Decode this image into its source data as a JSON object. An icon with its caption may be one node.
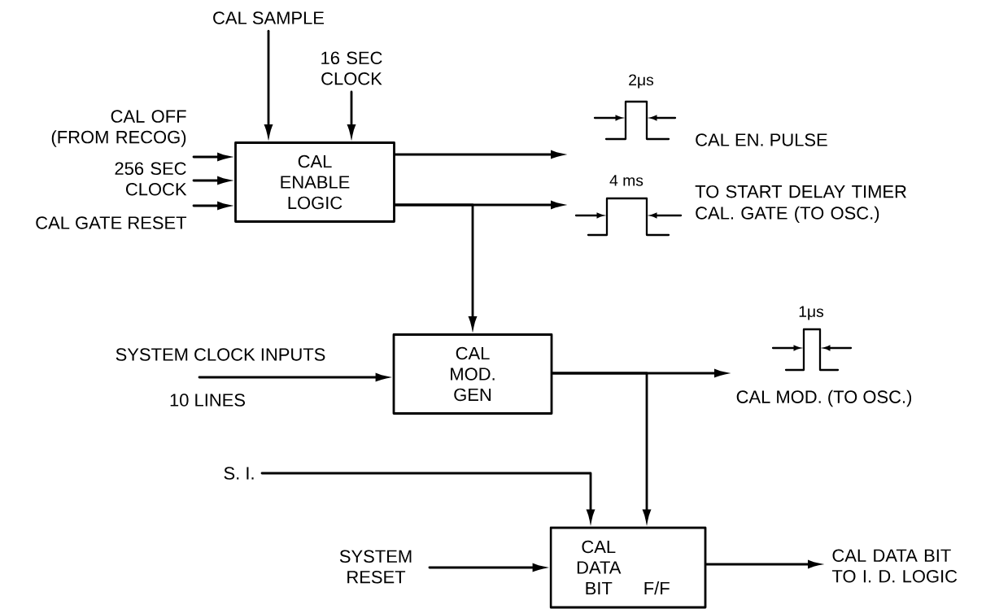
{
  "diagram": {
    "nodes": [
      {
        "text": [
          "CAL ENABLE LOGIC"
        ]
      },
      {
        "text": [
          "CAL MOD. GEN"
        ]
      },
      {
        "text": [
          "CAL DATA BIT",
          "F/F"
        ]
      },
      {
        "text": [
          "CAL SAMPLE"
        ]
      },
      {
        "text": [
          "16 SEC CLOCK"
        ]
      },
      {
        "text": [
          "CAL OFF (FROM RECOG)"
        ]
      },
      {
        "text": [
          "256 SEC CLOCK"
        ]
      },
      {
        "text": [
          "CAL GATE RESET"
        ]
      },
      {
        "text": [
          "S. I."
        ]
      },
      {
        "text": [
          "SYSTEM RESET"
        ]
      },
      {
        "text": [
          "CAL DATA BIT TO I. D. LOGIC"
        ]
      }
    ],
    "edges": [
      {
        "from": 3,
        "to": 0,
        "arrow": "to"
      },
      {
        "from": 4,
        "to": 0,
        "arrow": "to"
      },
      {
        "from": 5,
        "to": 0,
        "arrow": "to"
      },
      {
        "from": 6,
        "to": 0,
        "arrow": "to"
      },
      {
        "from": 7,
        "to": 0,
        "arrow": "to"
      },
      {
        "from": 0,
        "to": null,
        "arrow": "to"
      },
      {
        "from": 0,
        "to": null,
        "arrow": "to"
      },
      {
        "from": 0,
        "to": 1,
        "arrow": "to"
      },
      {
        "from": null,
        "to": 1,
        "arrow": "to"
      },
      {
        "from": 1,
        "to": null,
        "arrow": "to"
      },
      {
        "from": 1,
        "to": 2,
        "arrow": "to"
      },
      {
        "from": 8,
        "to": 2,
        "arrow": "to"
      },
      {
        "from": 9,
        "to": 2,
        "arrow": "to"
      },
      {
        "from": 2,
        "to": 10,
        "arrow": "to"
      }
    ],
    "labels": [
      "2μs",
      "CAL EN. PULSE",
      "4 ms",
      "TO START DELAY TIMER CAL. GATE (TO OSC.)",
      "SYSTEM CLOCK INPUTS",
      "1μs",
      "10 LINES",
      "CAL MOD. (TO OSC.)"
    ]
  }
}
